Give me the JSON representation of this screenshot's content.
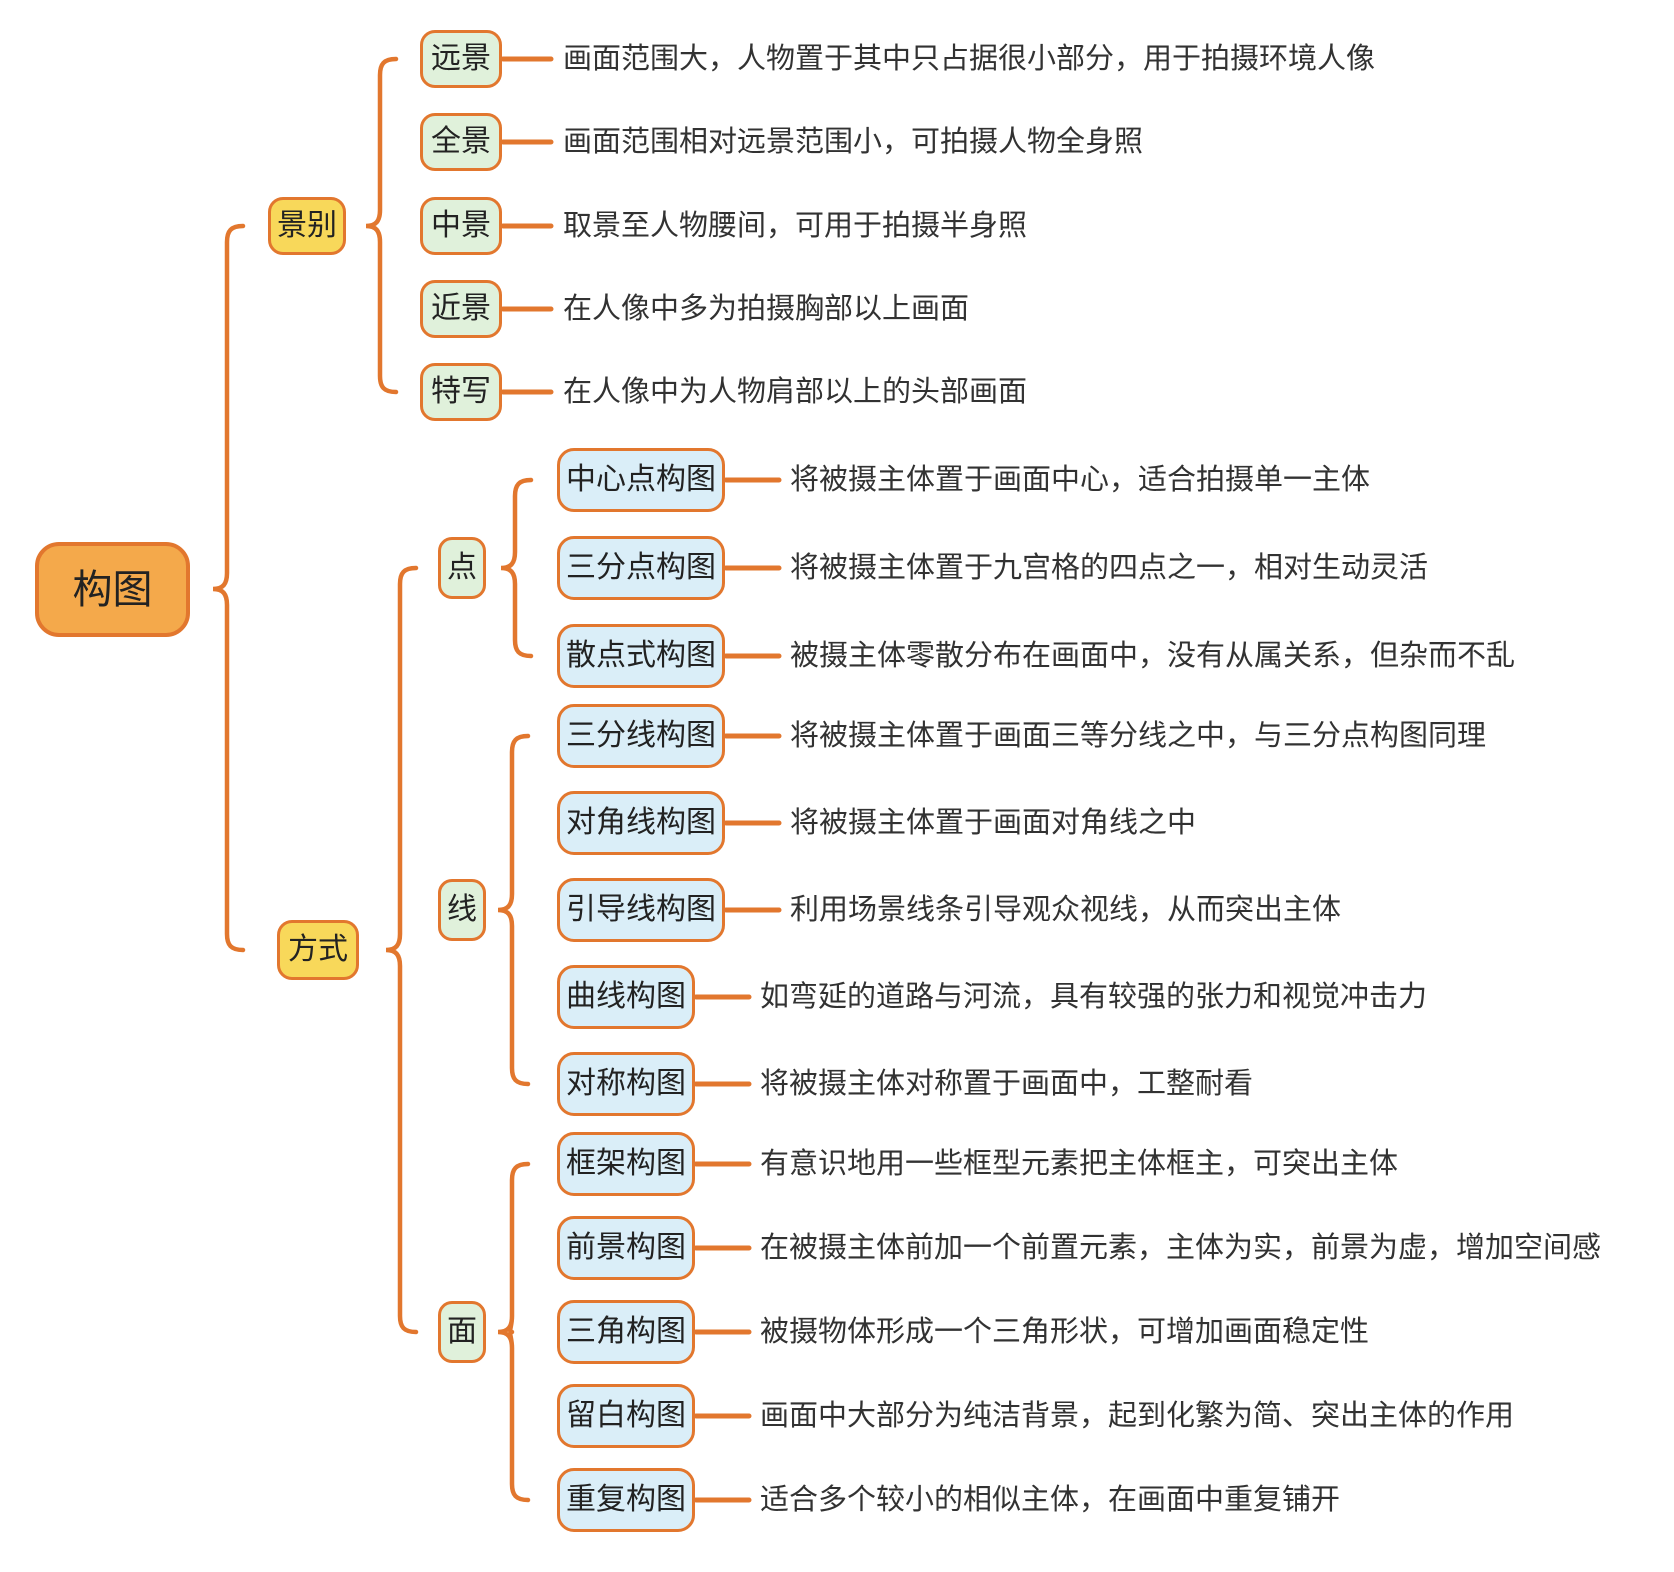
{
  "root": {
    "label": "构图"
  },
  "colors": {
    "connector": "#E2772E",
    "root_fill": "#F4A94B",
    "category_fill": "#F8D85A",
    "group_fill": "#E0F1DB",
    "leaf_fill": "#DAEEF8",
    "background": "#FFFFFF"
  },
  "branches": [
    {
      "label": "景别",
      "children": [
        {
          "label": "远景",
          "desc": "画面范围大，人物置于其中只占据很小部分，用于拍摄环境人像"
        },
        {
          "label": "全景",
          "desc": "画面范围相对远景范围小，可拍摄人物全身照"
        },
        {
          "label": "中景",
          "desc": "取景至人物腰间，可用于拍摄半身照"
        },
        {
          "label": "近景",
          "desc": "在人像中多为拍摄胸部以上画面"
        },
        {
          "label": "特写",
          "desc": "在人像中为人物肩部以上的头部画面"
        }
      ]
    },
    {
      "label": "方式",
      "groups": [
        {
          "label": "点",
          "children": [
            {
              "label": "中心点构图",
              "desc": "将被摄主体置于画面中心，适合拍摄单一主体"
            },
            {
              "label": "三分点构图",
              "desc": "将被摄主体置于九宫格的四点之一，相对生动灵活"
            },
            {
              "label": "散点式构图",
              "desc": "被摄主体零散分布在画面中，没有从属关系，但杂而不乱"
            }
          ]
        },
        {
          "label": "线",
          "children": [
            {
              "label": "三分线构图",
              "desc": "将被摄主体置于画面三等分线之中，与三分点构图同理"
            },
            {
              "label": "对角线构图",
              "desc": "将被摄主体置于画面对角线之中"
            },
            {
              "label": "引导线构图",
              "desc": "利用场景线条引导观众视线，从而突出主体"
            },
            {
              "label": "曲线构图",
              "desc": "如弯延的道路与河流，具有较强的张力和视觉冲击力"
            },
            {
              "label": "对称构图",
              "desc": "将被摄主体对称置于画面中，工整耐看"
            }
          ]
        },
        {
          "label": "面",
          "children": [
            {
              "label": "框架构图",
              "desc": "有意识地用一些框型元素把主体框主，可突出主体"
            },
            {
              "label": "前景构图",
              "desc": "在被摄主体前加一个前置元素，主体为实，前景为虚，增加空间感"
            },
            {
              "label": "三角构图",
              "desc": "被摄物体形成一个三角形状，可增加画面稳定性"
            },
            {
              "label": "留白构图",
              "desc": "画面中大部分为纯洁背景，起到化繁为简、突出主体的作用"
            },
            {
              "label": "重复构图",
              "desc": "适合多个较小的相似主体，在画面中重复铺开"
            }
          ]
        }
      ]
    }
  ]
}
